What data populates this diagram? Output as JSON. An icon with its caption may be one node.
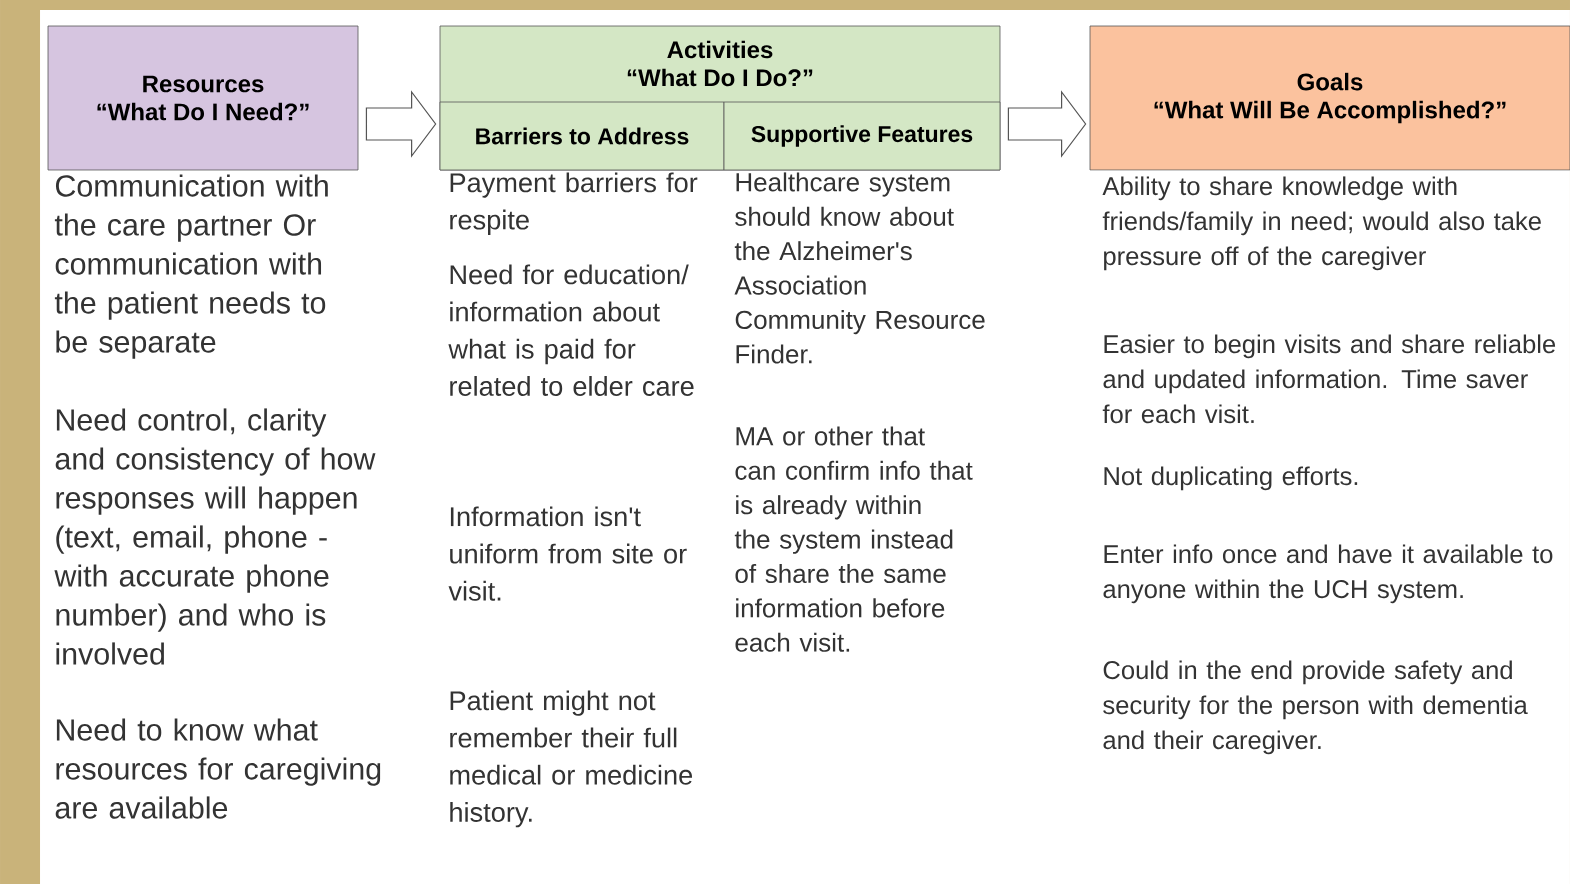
{
  "diagram": {
    "nodes": [
      {
        "text": [
          "Resources",
          "“What Do I Need?”"
        ]
      },
      {
        "text": [
          "Activities",
          "“What Do I Do?”"
        ]
      },
      {
        "text": [
          "Barriers to Address"
        ],
        "in": 1
      },
      {
        "text": [
          "Supportive Features"
        ],
        "in": 1
      },
      {
        "text": [
          "Goals",
          "“What Will Be Accomplished?”"
        ]
      }
    ],
    "edges": [
      {
        "from": 0,
        "to": 1,
        "arrow": "to"
      },
      {
        "from": 1,
        "to": 4,
        "arrow": "to"
      }
    ],
    "labels": [
      "Communication with the care partner Or communication with the patient needs to be separate",
      "Need control, clarity and consistency of how responses will happen (text, email, phone - with accurate phone number) and who is involved",
      "Need to know what resources for caregiving are available",
      "Payment barriers for respite",
      "Need for education/ information about what is paid for related to elder care",
      "Information isn't uniform from site or visit.",
      "Patient might not remember their full medical or medicine history.",
      "Healthcare system should know about the Alzheimer's Association Community Resource Finder.",
      "MA or other that can confirm info that is already within the system instead of share the same information before each visit.",
      "Ability to share knowledge with friends/family in need; would also take pressure off of the caregiver",
      "Easier to begin visits and share reliable and updated information. Time saver for each visit.",
      "Not duplicating efforts.",
      "Enter info once and have it available to anyone within the UCH system.",
      "Could in the end provide safety and security for the person with dementia and their caregiver."
    ]
  }
}
